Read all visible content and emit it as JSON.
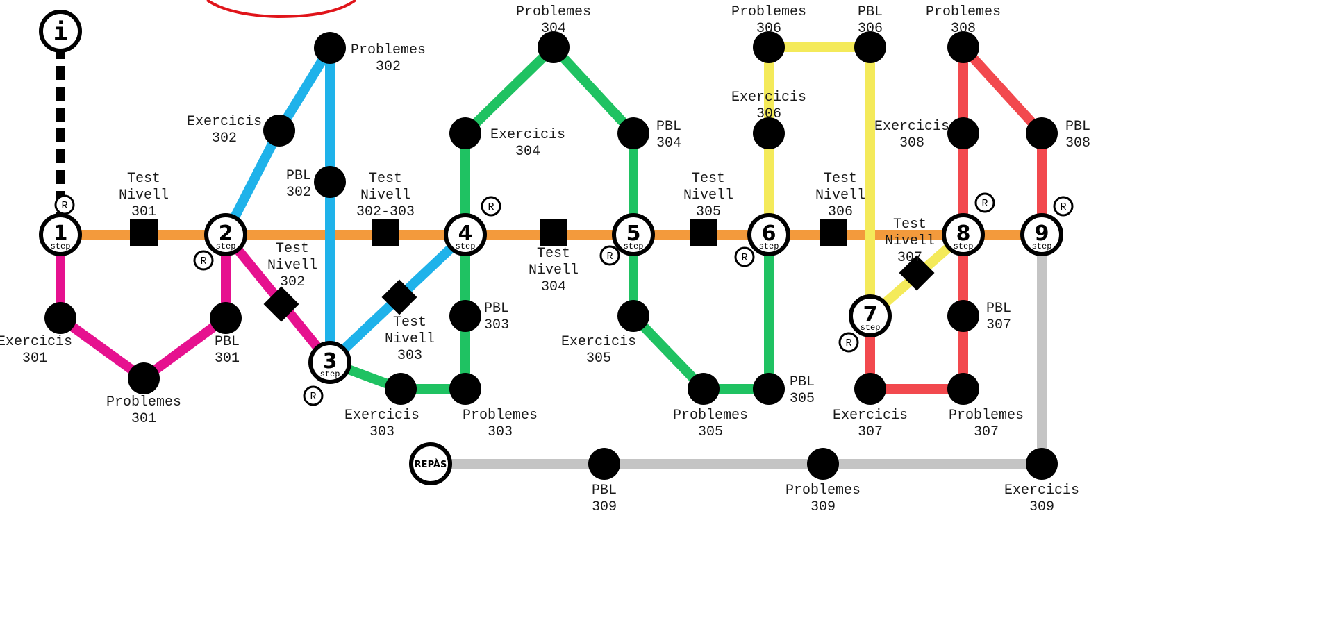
{
  "colors": {
    "orange": "#f39a3c",
    "magenta": "#e6118f",
    "blue": "#1fb2ea",
    "green": "#1fc262",
    "yellow": "#f4ea5a",
    "red": "#f2494e",
    "gray": "#c4c4c4",
    "node": "#000000",
    "arc": "#e0141a"
  },
  "info_label": "i",
  "review_label": "R",
  "step_word": "step",
  "repas_label": "REPÀS",
  "steps": [
    "1",
    "2",
    "3",
    "4",
    "5",
    "6",
    "7",
    "8",
    "9"
  ],
  "labels": {
    "test_301": [
      "Test",
      "Nivell",
      "301"
    ],
    "test_302": [
      "Test",
      "Nivell",
      "302"
    ],
    "test_302_303": [
      "Test",
      "Nivell",
      "302-303"
    ],
    "test_303": [
      "Test",
      "Nivell",
      "303"
    ],
    "test_304": [
      "Test",
      "Nivell",
      "304"
    ],
    "test_305": [
      "Test",
      "Nivell",
      "305"
    ],
    "test_306": [
      "Test",
      "Nivell",
      "306"
    ],
    "test_307": [
      "Test",
      "Nivell",
      "307"
    ],
    "exercicis_301": [
      "Exercicis",
      "301"
    ],
    "problemes_301": [
      "Problemes",
      "301"
    ],
    "pbl_301": [
      "PBL",
      "301"
    ],
    "exercicis_302": [
      "Exercicis",
      "302"
    ],
    "problemes_302": [
      "Problemes",
      "302"
    ],
    "pbl_302": [
      "PBL",
      "302"
    ],
    "exercicis_303": [
      "Exercicis",
      "303"
    ],
    "problemes_303": [
      "Problemes",
      "303"
    ],
    "pbl_303": [
      "PBL",
      "303"
    ],
    "exercicis_304": [
      "Exercicis",
      "304"
    ],
    "problemes_304": [
      "Problemes",
      "304"
    ],
    "pbl_304": [
      "PBL",
      "304"
    ],
    "exercicis_305": [
      "Exercicis",
      "305"
    ],
    "problemes_305": [
      "Problemes",
      "305"
    ],
    "pbl_305": [
      "PBL",
      "305"
    ],
    "exercicis_306": [
      "Exercicis",
      "306"
    ],
    "problemes_306": [
      "Problemes",
      "306"
    ],
    "pbl_306": [
      "PBL",
      "306"
    ],
    "exercicis_307": [
      "Exercicis",
      "307"
    ],
    "problemes_307": [
      "Problemes",
      "307"
    ],
    "pbl_307": [
      "PBL",
      "307"
    ],
    "exercicis_308": [
      "Exercicis",
      "308"
    ],
    "problemes_308": [
      "Problemes",
      "308"
    ],
    "pbl_308": [
      "PBL",
      "308"
    ],
    "exercicis_309": [
      "Exercicis",
      "309"
    ],
    "problemes_309": [
      "Problemes",
      "309"
    ],
    "pbl_309": [
      "PBL",
      "309"
    ]
  }
}
